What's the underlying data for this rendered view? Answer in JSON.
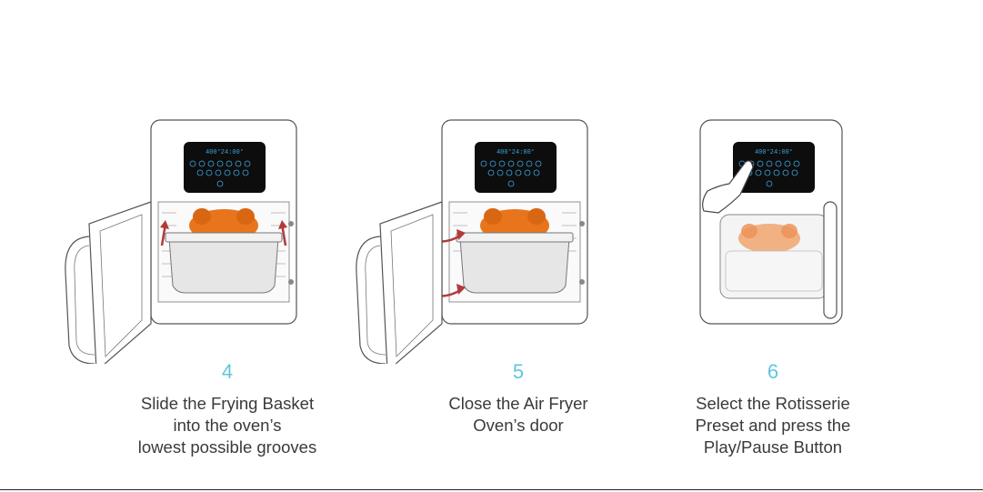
{
  "display_readout": "400°24:00°",
  "colors": {
    "step_number": "#5fc6dd",
    "chicken": "#e8751c",
    "arrow": "#b23a3a",
    "screen": "#0d0d0d",
    "screen_icons": "#3aa6e0"
  },
  "steps": [
    {
      "number": "4",
      "text": "Slide the Frying Basket\ninto the oven’s\nlowest possible grooves"
    },
    {
      "number": "5",
      "text": "Close the Air Fryer\nOven’s door"
    },
    {
      "number": "6",
      "text": "Select the Rotisserie\nPreset and press the\nPlay/Pause Button"
    }
  ]
}
